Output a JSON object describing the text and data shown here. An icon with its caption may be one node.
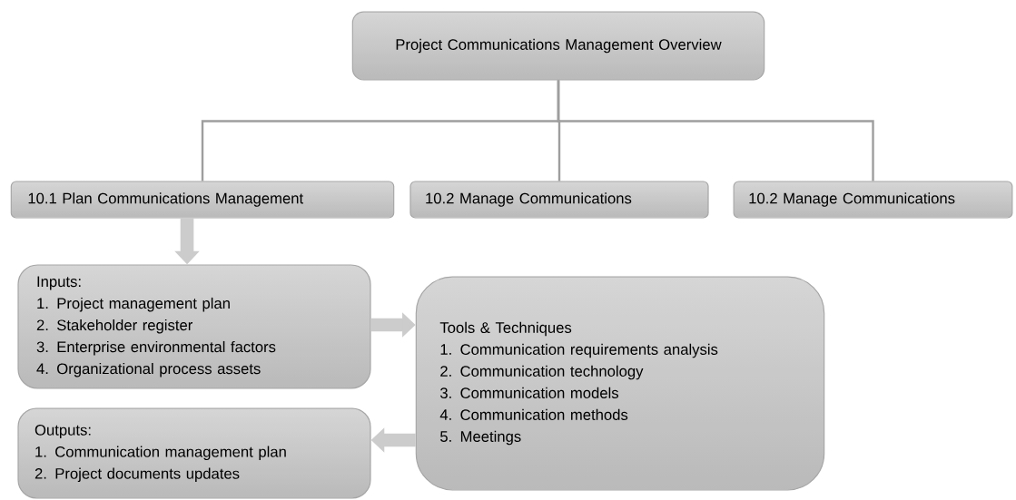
{
  "diagram": {
    "nodes": [
      {
        "text": [
          "Project Communications Management Overview"
        ]
      },
      {
        "text": [
          "10.1 Plan Communications Management"
        ]
      },
      {
        "text": [
          "10.2 Manage Communications"
        ]
      },
      {
        "text": [
          "10.2 Manage Communications"
        ]
      },
      {
        "text": [
          "Inputs:",
          "1. Project management plan",
          "2. Stakeholder register",
          "3. Enterprise environmental factors",
          "4. Organizational process assets"
        ]
      },
      {
        "text": [
          "Tools & Techniques",
          "1. Communication requirements analysis",
          "2. Communication technology",
          "3. Communication models",
          "4. Communication methods",
          "5. Meetings"
        ]
      },
      {
        "text": [
          "Outputs:",
          "1. Communication management plan",
          "2. Project documents updates"
        ]
      }
    ],
    "edges": [
      {
        "from": 0,
        "to": 1,
        "arrow": "none"
      },
      {
        "from": 0,
        "to": 2,
        "arrow": "none"
      },
      {
        "from": 0,
        "to": 3,
        "arrow": "none"
      },
      {
        "from": 1,
        "to": 4,
        "arrow": "to",
        "style": "thick"
      },
      {
        "from": 4,
        "to": 5,
        "arrow": "to",
        "style": "thick"
      },
      {
        "from": 5,
        "to": 6,
        "arrow": "to",
        "style": "thick"
      }
    ]
  }
}
